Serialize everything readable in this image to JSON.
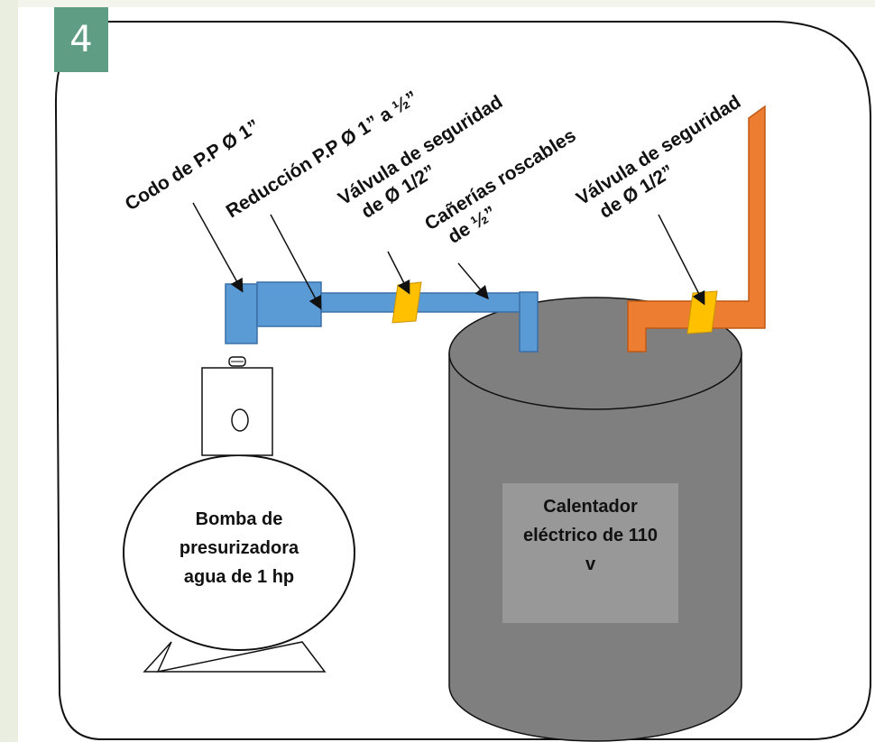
{
  "slide": {
    "number": "4"
  },
  "labels": {
    "codo": "Codo de P.P Ø 1”",
    "reduccion": "Reducción P.P Ø 1” a ½”",
    "valvula1_line1": "Válvula de seguridad",
    "valvula1_line2": "de Ø 1/2”",
    "canerias_line1": "Cañerías roscables",
    "canerias_line2": "de ½”",
    "valvula2_line1": "Válvula de seguridad",
    "valvula2_line2": "de Ø 1/2”"
  },
  "pump": {
    "line1": "Bomba de",
    "line2": "presurizadora",
    "line3": "agua de 1 hp"
  },
  "heater": {
    "line1": "Calentador",
    "line2": "eléctrico de 110",
    "line3": "v"
  },
  "colors": {
    "slide_badge": "#5f9e84",
    "pipe_blue": "#5b9bd5",
    "pipe_orange": "#ed7d31",
    "valve_yellow": "#ffc000",
    "tank_gray": "#7f7f7f",
    "tank_label_box": "#989898"
  }
}
